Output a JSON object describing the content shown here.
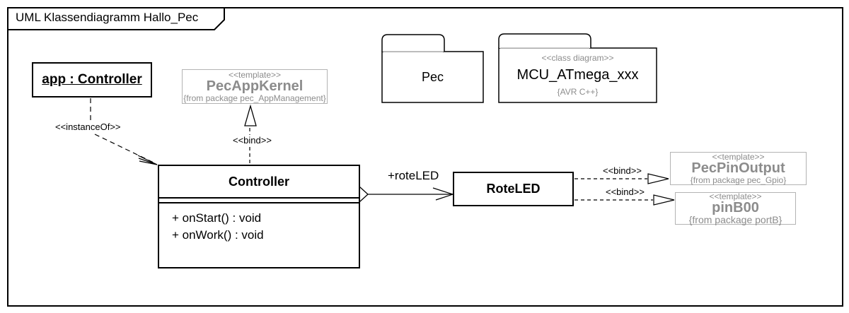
{
  "diagram": {
    "frame_title": "UML Klassendiagramm Hallo_Pec"
  },
  "nodes": {
    "app_instance": {
      "name": "app : Controller"
    },
    "pec_app_kernel": {
      "stereotype": "<<template>>",
      "name": "PecAppKernel",
      "package": "{from package pec_AppManagement}"
    },
    "pec_package": {
      "name": "Pec"
    },
    "mcu_package": {
      "stereotype": "<<class diagram>>",
      "name": "MCU_ATmega_xxx",
      "tag": "{AVR C++}"
    },
    "controller": {
      "name": "Controller",
      "operations": [
        "+ onStart() : void",
        "+ onWork() : void"
      ]
    },
    "rote_led": {
      "name": "RoteLED"
    },
    "pec_pin_output": {
      "stereotype": "<<template>>",
      "name": "PecPinOutput",
      "package": "{from package pec_Gpio}"
    },
    "pin_b00": {
      "stereotype": "<<template>>",
      "name": "pinB00",
      "package": "{from package portB}"
    }
  },
  "connectors": {
    "instance_of": {
      "label": "<<instanceOf>>"
    },
    "bind_app_kernel": {
      "label": "<<bind>>"
    },
    "assoc_rote_led": {
      "label": "+roteLED"
    },
    "bind_pec_pin_output": {
      "label": "<<bind>>"
    },
    "bind_pin_b00": {
      "label": "<<bind>>"
    }
  },
  "colors": {
    "line_black": "#000000",
    "template_text_gray": "#8c8c8c",
    "template_border_gray": "#b3b3b3",
    "background": "#ffffff"
  }
}
